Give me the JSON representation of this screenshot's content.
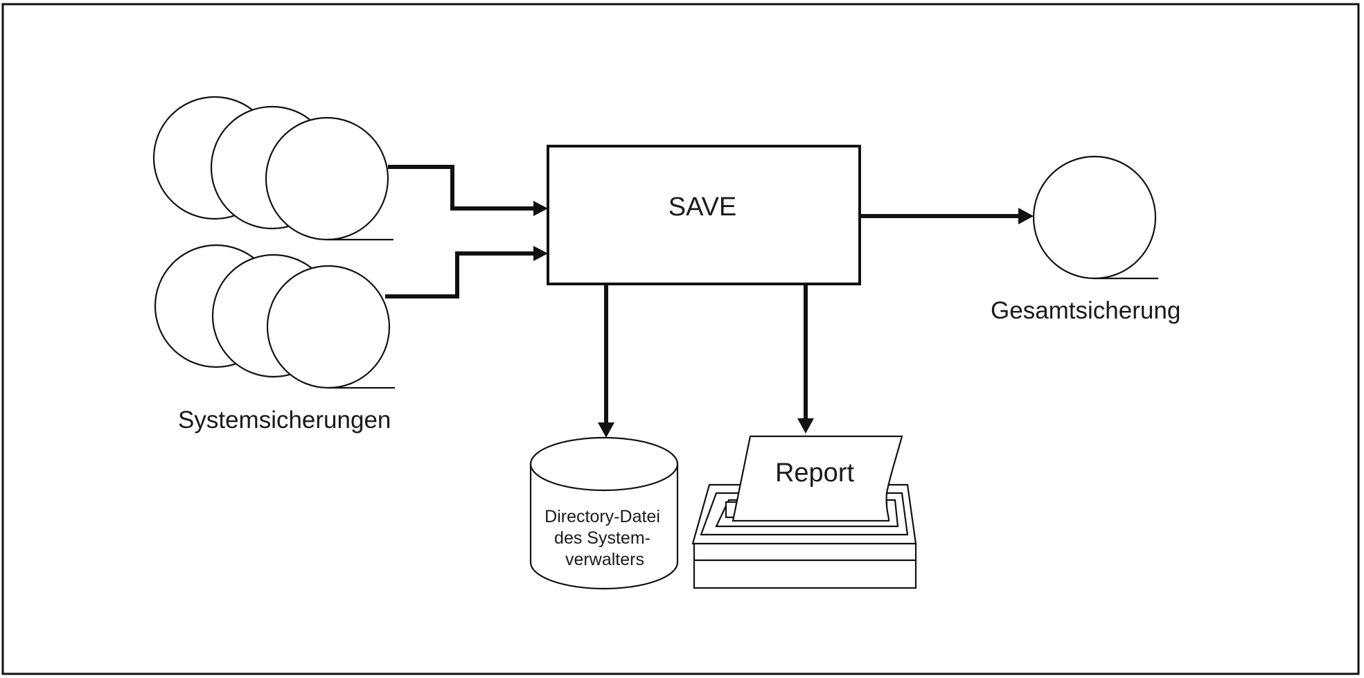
{
  "diagram": {
    "process": {
      "label": "SAVE"
    },
    "inputs": {
      "label": "Systemsicherungen"
    },
    "output": {
      "label": "Gesamtsicherung"
    },
    "directory": {
      "lines": [
        "Directory-Datei",
        "des System-",
        "verwalters"
      ]
    },
    "report": {
      "label": "Report"
    }
  }
}
